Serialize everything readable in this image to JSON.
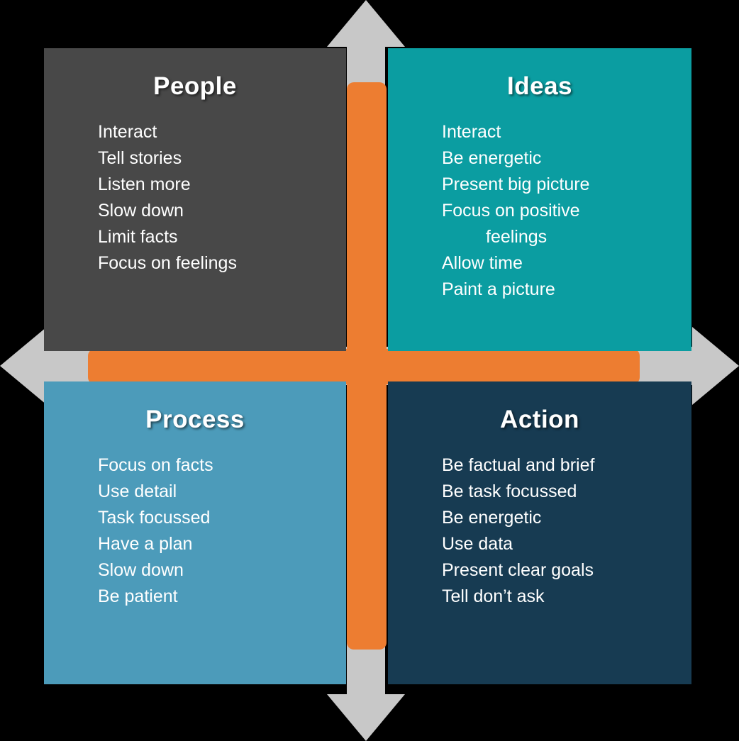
{
  "diagram": {
    "background": "#000000",
    "axes": {
      "arrow_color": "#c8c8c8",
      "cross_color": "#ed7d31"
    },
    "quadrants": [
      {
        "id": "people",
        "title": "People",
        "color": "#484848",
        "items": [
          "Interact",
          "Tell stories",
          "Listen more",
          "Slow down",
          "Limit facts",
          "Focus on feelings"
        ]
      },
      {
        "id": "ideas",
        "title": "Ideas",
        "color": "#0b9da1",
        "items": [
          "Interact",
          "Be energetic",
          "Present big picture",
          "Focus on positive feelings",
          "Allow time",
          "Paint a picture"
        ]
      },
      {
        "id": "process",
        "title": "Process",
        "color": "#4c9bba",
        "items": [
          "Focus on facts",
          "Use detail",
          "Task focussed",
          "Have a plan",
          "Slow down",
          "Be patient"
        ]
      },
      {
        "id": "action",
        "title": "Action",
        "color": "#173b52",
        "items": [
          "Be factual and brief",
          "Be task focussed",
          "Be energetic",
          "Use data",
          "Present clear goals",
          "Tell don’t ask"
        ]
      }
    ]
  }
}
